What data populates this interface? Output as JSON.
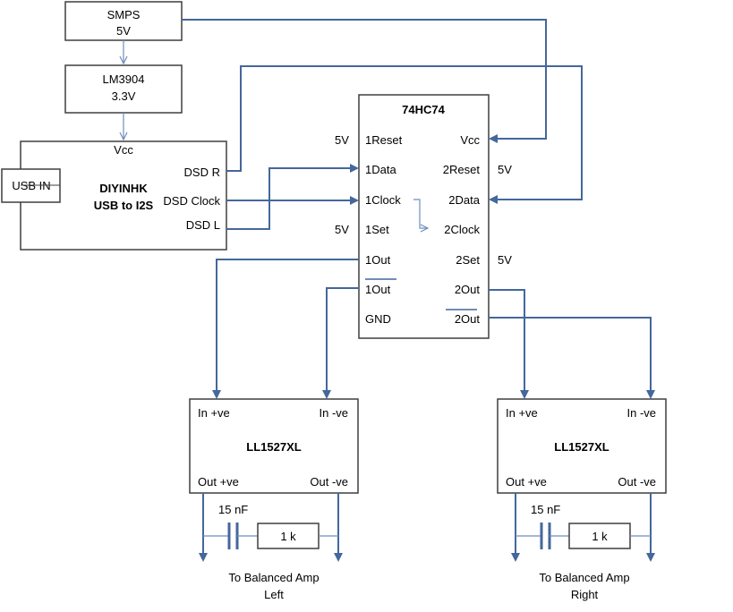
{
  "colors": {
    "wire": "#44679c",
    "wire_light": "#6d8ebf",
    "box_stroke": "#3f3f3f",
    "text": "#000000",
    "background": "#ffffff"
  },
  "smps": {
    "line1": "SMPS",
    "line2": "5V"
  },
  "regulator": {
    "line1": "LM3904",
    "line2": "3.3V"
  },
  "usb_board": {
    "name_line1": "DIYINHK",
    "name_line2": "USB to I2S",
    "vcc": "Vcc",
    "dsd_r": "DSD R",
    "dsd_clock": "DSD Clock",
    "dsd_l": "DSD L"
  },
  "usb_in": "USB IN",
  "flipflop": {
    "title": "74HC74",
    "left_pins": [
      "1Reset",
      "1Data",
      "1Clock",
      "1Set",
      "1Out",
      "1Out",
      "GND"
    ],
    "right_pins": [
      "Vcc",
      "2Reset",
      "2Data",
      "2Clock",
      "2Set",
      "2Out",
      "2Out"
    ],
    "ext_1reset": "5V",
    "ext_1set": "5V",
    "ext_2reset": "5V",
    "ext_2set": "5V"
  },
  "transformer_left": {
    "name": "LL1527XL",
    "in_pos": "In +ve",
    "in_neg": "In -ve",
    "out_pos": "Out +ve",
    "out_neg": "Out -ve"
  },
  "transformer_right": {
    "name": "LL1527XL",
    "in_pos": "In +ve",
    "in_neg": "In -ve",
    "out_pos": "Out +ve",
    "out_neg": "Out -ve"
  },
  "load_left": {
    "capacitor": "15 nF",
    "resistor": "1 k",
    "dest_line1": "To Balanced Amp",
    "dest_line2": "Left"
  },
  "load_right": {
    "capacitor": "15 nF",
    "resistor": "1 k",
    "dest_line1": "To Balanced Amp",
    "dest_line2": "Right"
  }
}
